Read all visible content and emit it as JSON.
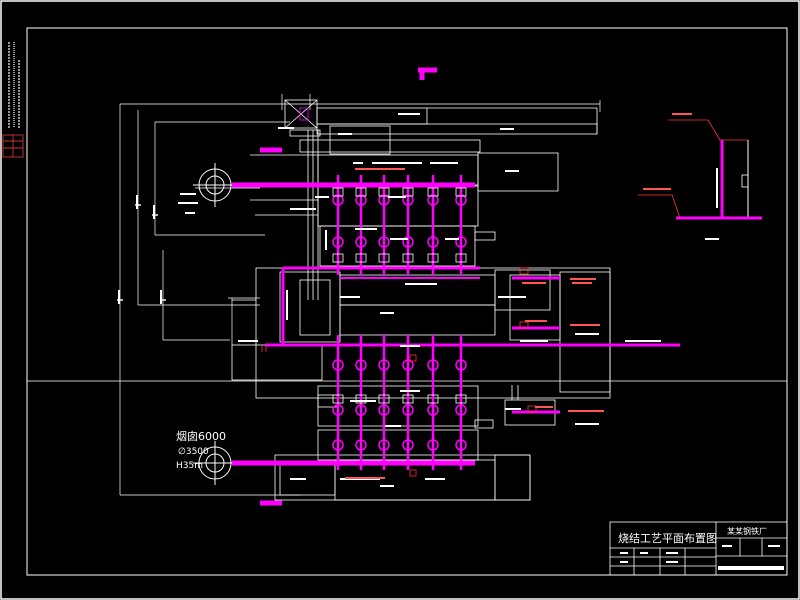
{
  "colors": {
    "background": "#000000",
    "line": "#ffffff",
    "pipe": "#ff00ff",
    "annotation": "#ff3333",
    "dim": "#cccccc"
  },
  "chimney_label": {
    "line1": "烟囱6000",
    "line2": "∅3500",
    "line3": "H35m"
  },
  "title_block": {
    "drawing_title": "烧结工艺平面布置图",
    "company": "某某钢铁厂"
  }
}
